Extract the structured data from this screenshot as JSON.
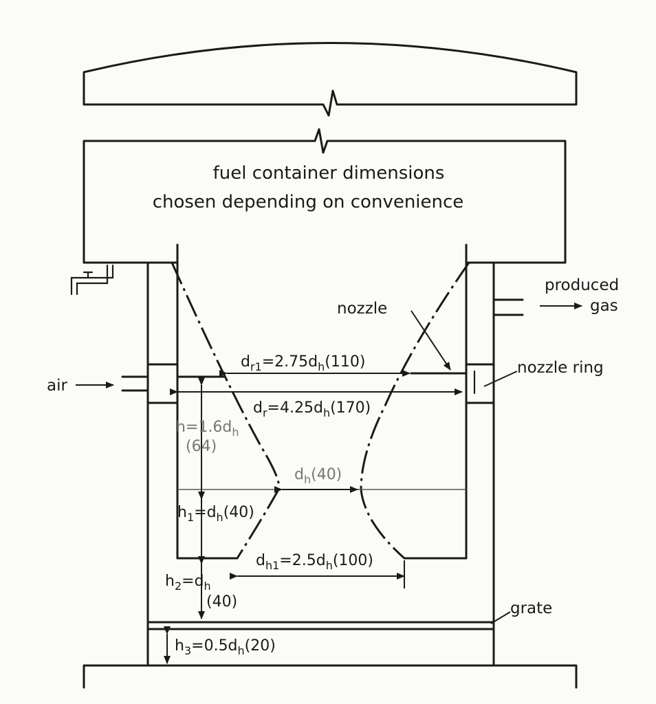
{
  "title_lines": [
    "fuel container dimensions",
    "chosen depending on convenience"
  ],
  "labels": {
    "produced": "produced",
    "gas": "gas",
    "nozzle": "nozzle",
    "nozzle_ring": "nozzle ring",
    "air": "air",
    "grate": "grate"
  },
  "dims": {
    "dr1": "d",
    "dr1_sub": "r1",
    "dr1_eq": "=2.75d",
    "dr1_sub2": "h",
    "dr1_val": "(110)",
    "dr": "d",
    "dr_sub": "r",
    "dr_eq": "=4.25d",
    "dr_sub2": "h",
    "dr_val": "(170)",
    "h": "h=1.6d",
    "h_sub": "h",
    "h_val": "(64)",
    "dh": "d",
    "dh_sub": "h",
    "dh_val": "(40)",
    "h1": "h",
    "h1_sub": "1",
    "h1_eq": "=d",
    "h1_sub2": "h",
    "h1_val": "(40)",
    "dh1": "d",
    "dh1_sub": "h1",
    "dh1_eq": "=2.5d",
    "dh1_sub2": "h",
    "dh1_val": "(100)",
    "h2": "h",
    "h2_sub": "2",
    "h2_eq": "=d",
    "h2_sub2": "h",
    "h2_val": "(40)",
    "h3": "h",
    "h3_sub": "3",
    "h3_eq": "=0.5d",
    "h3_sub2": "h",
    "h3_val": "(20)"
  }
}
